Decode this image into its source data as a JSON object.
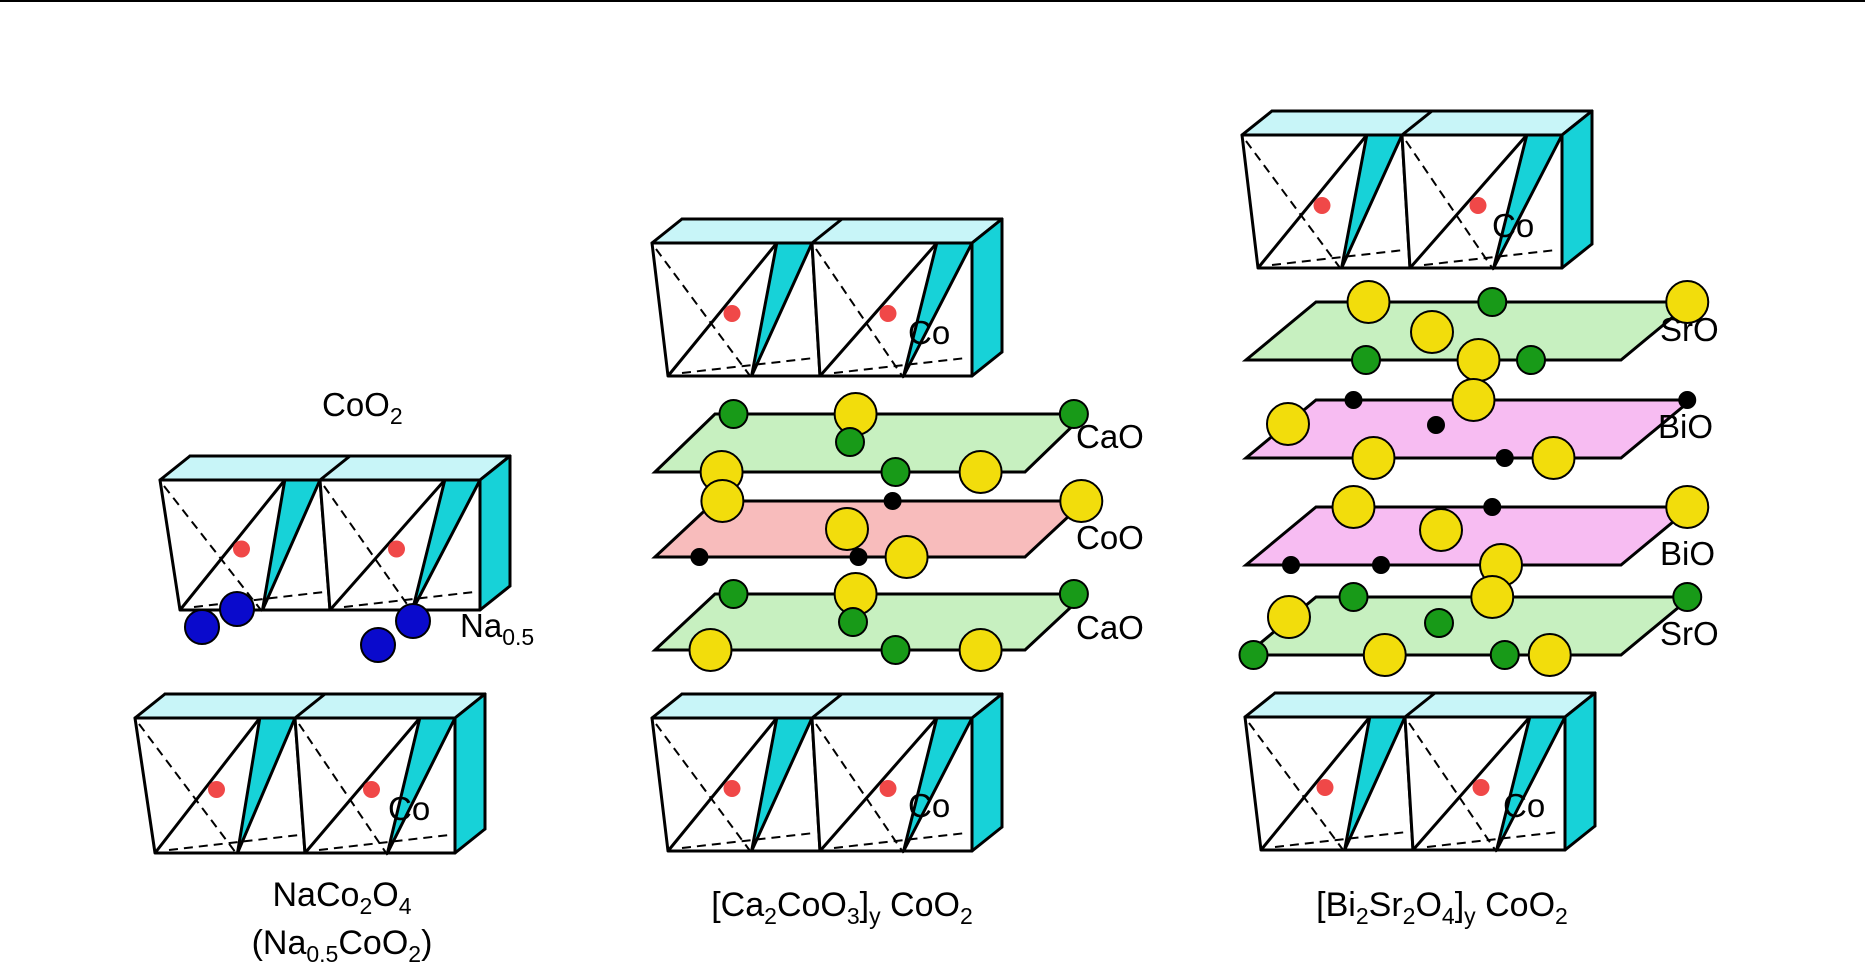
{
  "colors": {
    "octa_face": "#c8f5f8",
    "octa_side": "#17d2d8",
    "co_atom": "#f04848",
    "o_atom": "#f2dd0c",
    "cation_green": "#189a18",
    "na_atom": "#0a0acc",
    "bi_atom": "#000000",
    "plane_green": "#c7f0c0",
    "plane_red": "#f8bcbc",
    "plane_pink": "#f7bcf2"
  },
  "structures": [
    {
      "name": "NaCo2O4",
      "caption": {
        "main": "NaCo",
        "s1": "2",
        "m2": "O",
        "s2": "4"
      },
      "caption2": {
        "p0": "(Na",
        "s0": "0.5",
        "m1": "CoO",
        "s1": "2",
        "m2": ")"
      },
      "top_label": {
        "main": "CoO",
        "sub": "2"
      },
      "na_label": {
        "main": "Na",
        "sub": "0.5"
      },
      "co_label": "Co"
    },
    {
      "name": "[Ca2CoO3]y CoO2",
      "caption": {
        "p0": "[Ca",
        "s0": "2",
        "m1": "CoO",
        "s1": "3",
        "m2": "]",
        "s2": "y",
        "m3": " CoO",
        "s3": "2"
      },
      "co_label_top": "Co",
      "co_label_bottom": "Co",
      "layers": [
        "CaO",
        "CoO",
        "CaO"
      ]
    },
    {
      "name": "[Bi2Sr2O4]y CoO2",
      "caption": {
        "p0": "[Bi",
        "s0": "2",
        "m1": "Sr",
        "s1": "2",
        "m2": "O",
        "s2": "4",
        "m3": "]",
        "s3": "y",
        "m4": " CoO",
        "s4": "2"
      },
      "co_label_top": "Co",
      "co_label_bottom": "Co",
      "layers": [
        "SrO",
        "BiO",
        "BiO",
        "SrO"
      ]
    }
  ]
}
